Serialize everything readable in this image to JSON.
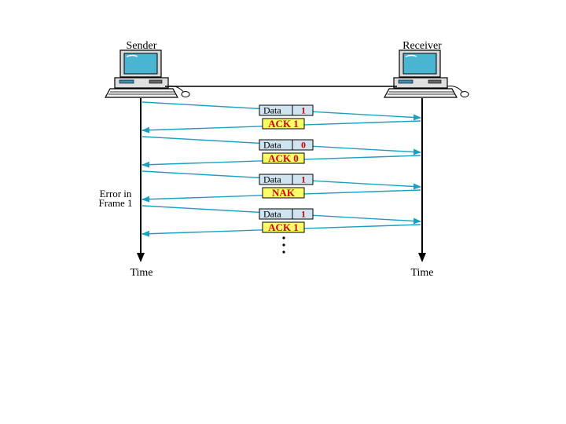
{
  "colors": {
    "arrow": "#1a9fc4",
    "data_box_bg": "#cfe3f1",
    "response_box_bg": "#ffff66",
    "label_red": "#d40000"
  },
  "nodes": {
    "sender": {
      "label": "Sender"
    },
    "receiver": {
      "label": "Receiver"
    }
  },
  "time_label_left": "Time",
  "time_label_right": "Time",
  "error_note": {
    "line1": "Error in",
    "line2": "Frame 1"
  },
  "exchanges": [
    {
      "frame": {
        "name": "Data",
        "number": "1"
      },
      "response": "ACK 1"
    },
    {
      "frame": {
        "name": "Data",
        "number": "0"
      },
      "response": "ACK 0"
    },
    {
      "frame": {
        "name": "Data",
        "number": "1"
      },
      "response": "NAK"
    },
    {
      "frame": {
        "name": "Data",
        "number": "1"
      },
      "response": "ACK 1"
    }
  ],
  "continuation_icon": "vertical-ellipsis"
}
